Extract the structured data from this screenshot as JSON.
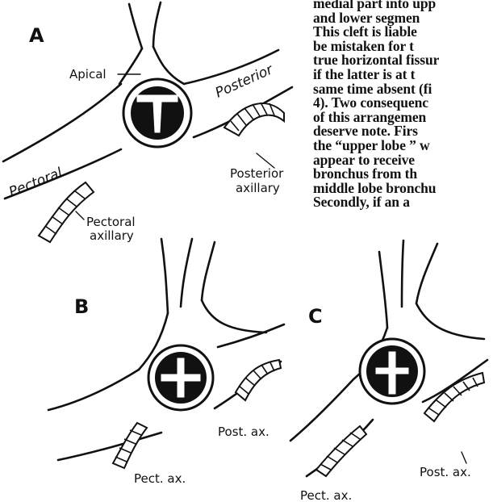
{
  "figure": {
    "panels": [
      {
        "letter": "A",
        "labels": {
          "apical": "Apical",
          "posterior": "Posterior",
          "pectoral": "Pectoral",
          "posterior_axillary_1": "Posterior",
          "posterior_axillary_2": "axillary",
          "pectoral_axillary_1": "Pectoral",
          "pectoral_axillary_2": "axillary"
        }
      },
      {
        "letter": "B",
        "labels": {
          "post_ax": "Post. ax.",
          "pect_ax": "Pect. ax."
        }
      },
      {
        "letter": "C",
        "labels": {
          "post_ax": "Post. ax.",
          "pect_ax": "Pect. ax."
        }
      }
    ]
  },
  "text_column": {
    "lines": [
      "medial part into upp",
      "and lower segmen",
      "This cleft is liable",
      "be mistaken for t",
      "true horizontal fissur",
      "if the latter is at t",
      "same time absent (fi",
      "4). Two consequenc",
      "of this arrangemen",
      "deserve note.  Firs",
      "the “upper lobe ” w",
      "appear to receive",
      "bronchus  from  th",
      "middle lobe bronchu",
      "Secondly,  if  an  a"
    ]
  }
}
